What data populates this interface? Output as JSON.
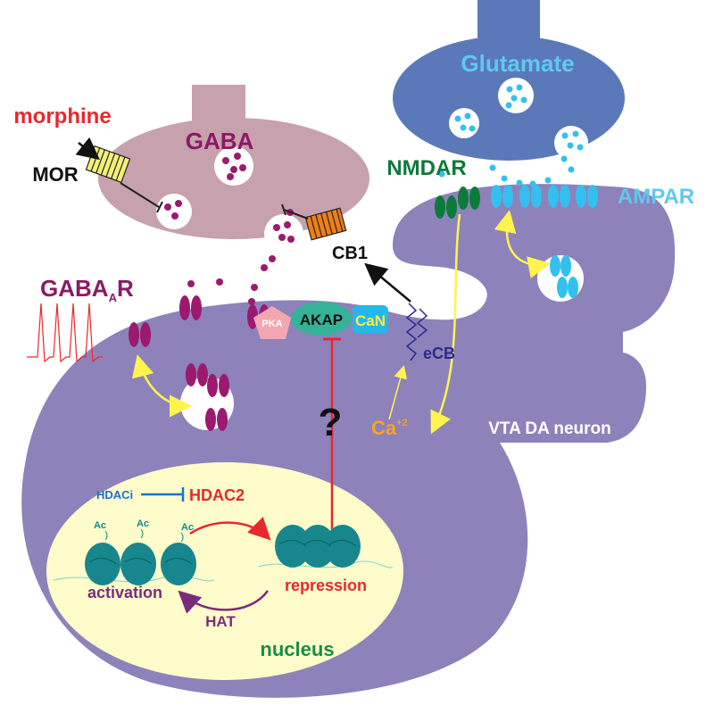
{
  "labels": {
    "glutamate": "Glutamate",
    "gaba": "GABA",
    "morphine": "morphine",
    "mor": "MOR",
    "nmdar": "NMDAR",
    "ampar": "AMPAR",
    "cb1": "CB1",
    "gabaa_main": "GABA",
    "gabaa_sub": "A",
    "gabaa_tail": "R",
    "pka": "PKA",
    "akap": "AKAP",
    "can": "CaN",
    "ecb": "eCB",
    "question": "?",
    "ca_main": "Ca",
    "ca_sup": "+2",
    "vta": "VTA DA neuron",
    "hdaci": "HDACi",
    "hdac2": "HDAC2",
    "ac1": "Ac",
    "ac2": "Ac",
    "ac3": "Ac",
    "activation": "activation",
    "repression": "repression",
    "hat": "HAT",
    "nucleus": "nucleus"
  },
  "colors": {
    "glutamate_terminal": "#5b79b9",
    "gaba_terminal": "#c7a1ad",
    "neuron": "#8e82bb",
    "nucleus": "#fdfbc9",
    "gaba_vesicle": "#9b1a6f",
    "glu_vesicle": "#33c0ef",
    "nmdar": "#0c7a3b",
    "mor": "#f3f07a",
    "cb1": "#ef7f16",
    "pka": "#f3a8b1",
    "akap": "#35b398",
    "can": "#27b6e8",
    "red": "#e8282d",
    "yellow": "#fff44d",
    "ca_orange": "#f5a623",
    "ecb_navy": "#2f2a8c",
    "hdaci_blue": "#1e6fd0",
    "hat_purple": "#7a2c7c",
    "green_text": "#1a8b4a",
    "nucleosome": "#17878d"
  }
}
